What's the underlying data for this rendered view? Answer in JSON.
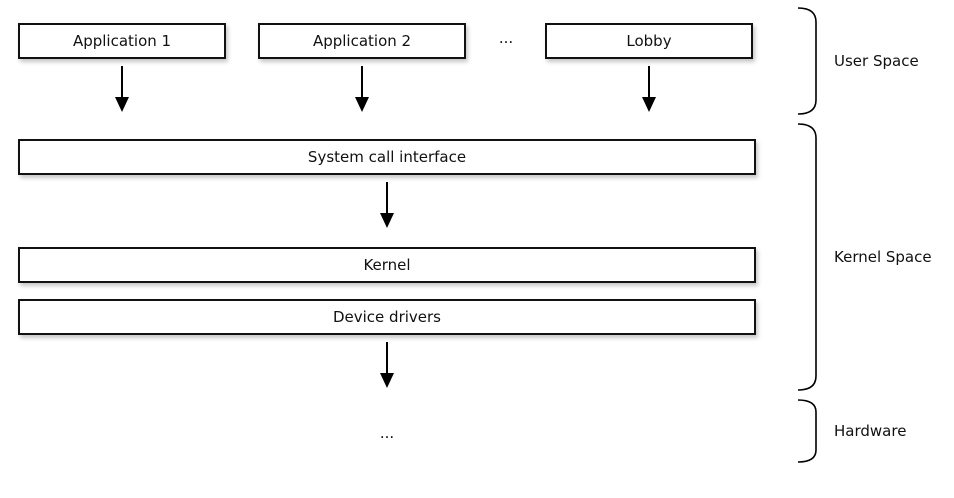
{
  "user_space": {
    "apps": [
      "Application 1",
      "Application 2",
      "Lobby"
    ],
    "ellipsis": "..."
  },
  "kernel_space": {
    "syscall": "System call interface",
    "kernel": "Kernel",
    "drivers": "Device drivers"
  },
  "hardware": {
    "ellipsis": "..."
  },
  "brackets": {
    "user": "User Space",
    "kernel": "Kernel Space",
    "hardware": "Hardware"
  }
}
